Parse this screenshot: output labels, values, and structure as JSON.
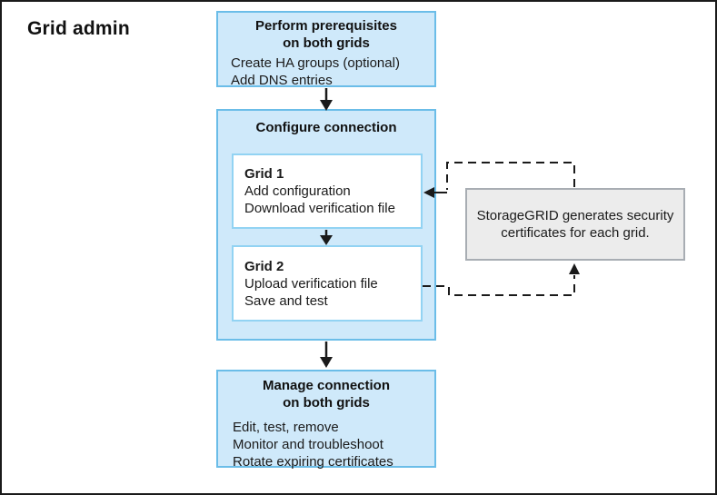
{
  "diagram": {
    "title": "Grid admin",
    "prerequisites": {
      "title_line1": "Perform prerequisites",
      "title_line2": "on both grids",
      "items": [
        "Create HA groups (optional)",
        "Add DNS entries"
      ]
    },
    "configure": {
      "title": "Configure connection",
      "grid1": {
        "title": "Grid 1",
        "items": [
          "Add configuration",
          "Download verification file"
        ]
      },
      "grid2": {
        "title": "Grid 2",
        "items": [
          "Upload verification file",
          "Save and test"
        ]
      }
    },
    "manage": {
      "title_line1": "Manage connection",
      "title_line2": "on both grids",
      "items": [
        "Edit, test, remove",
        "Monitor and troubleshoot",
        "Rotate expiring certificates"
      ]
    },
    "callout": {
      "text": "StorageGRID generates security certificates for each grid."
    },
    "colors": {
      "process_box_fill": "#cfe9fa",
      "process_box_border": "#6bbde8",
      "inner_box_border": "#92d3f3",
      "callout_fill": "#ececec",
      "callout_border": "#a8adb3",
      "arrow": "#1a1a1a",
      "frame_border": "#1a1a1a"
    }
  }
}
